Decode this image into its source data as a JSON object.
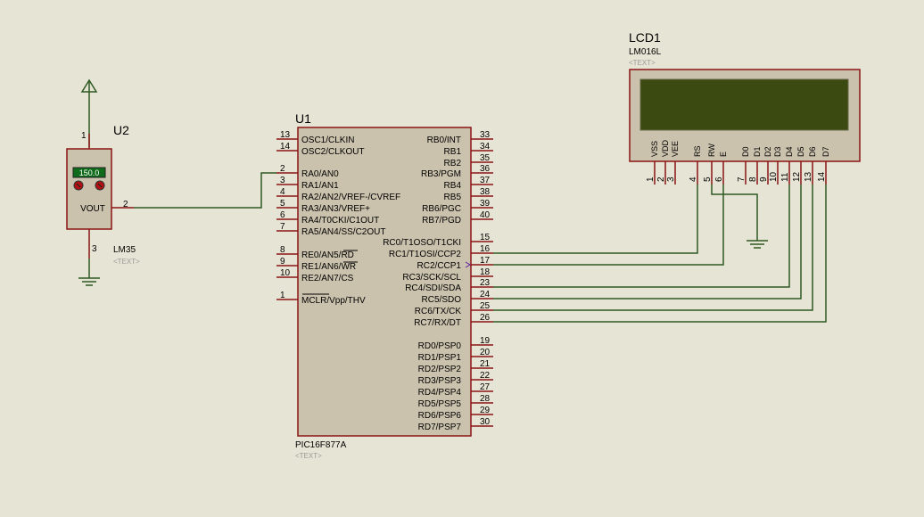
{
  "colors": {
    "background": "#e6e4d4",
    "wire": "#2f5a23",
    "component_outline": "#8b1414",
    "component_fill": "#cbc2ad",
    "lcd_screen": "#3b4a10",
    "sensor_display": "#0f6b1a"
  },
  "u2": {
    "ref": "U2",
    "value": "LM35",
    "text": "<TEXT>",
    "display": "150.0",
    "vout_label": "VOUT",
    "pins": {
      "top": "1",
      "right": "2",
      "bottom": "3"
    }
  },
  "u1": {
    "ref": "U1",
    "part": "PIC16F877A",
    "text": "<TEXT>",
    "left_pins": [
      {
        "num": "13",
        "label": "OSC1/CLKIN"
      },
      {
        "num": "14",
        "label": "OSC2/CLKOUT"
      },
      {
        "num": "2",
        "label": "RA0/AN0"
      },
      {
        "num": "3",
        "label": "RA1/AN1"
      },
      {
        "num": "4",
        "label": "RA2/AN2/VREF-/CVREF"
      },
      {
        "num": "5",
        "label": "RA3/AN3/VREF+"
      },
      {
        "num": "6",
        "label": "RA4/T0CKI/C1OUT"
      },
      {
        "num": "7",
        "label": "RA5/AN4/SS/C2OUT"
      },
      {
        "num": "8",
        "label": "RE0/AN5/RD"
      },
      {
        "num": "9",
        "label": "RE1/AN6/WR"
      },
      {
        "num": "10",
        "label": "RE2/AN7/CS"
      },
      {
        "num": "1",
        "label": "MCLR/Vpp/THV"
      }
    ],
    "right_pins": [
      {
        "num": "33",
        "label": "RB0/INT"
      },
      {
        "num": "34",
        "label": "RB1"
      },
      {
        "num": "35",
        "label": "RB2"
      },
      {
        "num": "36",
        "label": "RB3/PGM"
      },
      {
        "num": "37",
        "label": "RB4"
      },
      {
        "num": "38",
        "label": "RB5"
      },
      {
        "num": "39",
        "label": "RB6/PGC"
      },
      {
        "num": "40",
        "label": "RB7/PGD"
      },
      {
        "num": "15",
        "label": "RC0/T1OSO/T1CKI"
      },
      {
        "num": "16",
        "label": "RC1/T1OSI/CCP2"
      },
      {
        "num": "17",
        "label": "RC2/CCP1"
      },
      {
        "num": "18",
        "label": "RC3/SCK/SCL"
      },
      {
        "num": "23",
        "label": "RC4/SDI/SDA"
      },
      {
        "num": "24",
        "label": "RC5/SDO"
      },
      {
        "num": "25",
        "label": "RC6/TX/CK"
      },
      {
        "num": "26",
        "label": "RC7/RX/DT"
      },
      {
        "num": "19",
        "label": "RD0/PSP0"
      },
      {
        "num": "20",
        "label": "RD1/PSP1"
      },
      {
        "num": "21",
        "label": "RD2/PSP2"
      },
      {
        "num": "22",
        "label": "RD3/PSP3"
      },
      {
        "num": "27",
        "label": "RD4/PSP4"
      },
      {
        "num": "28",
        "label": "RD5/PSP5"
      },
      {
        "num": "29",
        "label": "RD6/PSP6"
      },
      {
        "num": "30",
        "label": "RD7/PSP7"
      }
    ]
  },
  "lcd": {
    "ref": "LCD1",
    "part": "LM016L",
    "text": "<TEXT>",
    "pins": [
      {
        "num": "1",
        "label": "VSS"
      },
      {
        "num": "2",
        "label": "VDD"
      },
      {
        "num": "3",
        "label": "VEE"
      },
      {
        "num": "4",
        "label": "RS"
      },
      {
        "num": "5",
        "label": "RW"
      },
      {
        "num": "6",
        "label": "E"
      },
      {
        "num": "7",
        "label": "D0"
      },
      {
        "num": "8",
        "label": "D1"
      },
      {
        "num": "9",
        "label": "D2"
      },
      {
        "num": "10",
        "label": "D3"
      },
      {
        "num": "11",
        "label": "D4"
      },
      {
        "num": "12",
        "label": "D5"
      },
      {
        "num": "13",
        "label": "D6"
      },
      {
        "num": "14",
        "label": "D7"
      }
    ]
  }
}
